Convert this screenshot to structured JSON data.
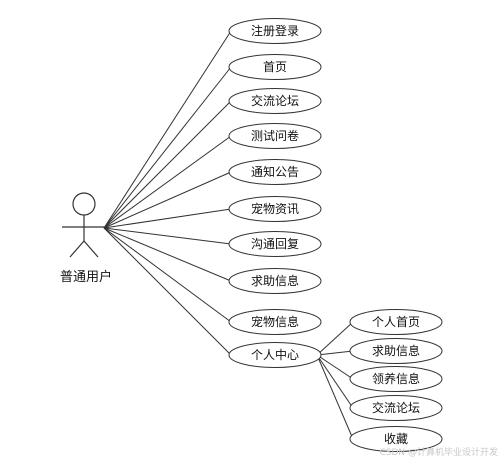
{
  "actor": {
    "label": "普通用户"
  },
  "use_cases": [
    {
      "id": "register-login",
      "label": "注册登录"
    },
    {
      "id": "home",
      "label": "首页"
    },
    {
      "id": "forum",
      "label": "交流论坛"
    },
    {
      "id": "questionnaire",
      "label": "测试问卷"
    },
    {
      "id": "notice",
      "label": "通知公告"
    },
    {
      "id": "pet-news",
      "label": "宠物资讯"
    },
    {
      "id": "feedback",
      "label": "沟通回复"
    },
    {
      "id": "help-info",
      "label": "求助信息"
    },
    {
      "id": "pet-info",
      "label": "宠物信息"
    },
    {
      "id": "personal-center",
      "label": "个人中心"
    }
  ],
  "sub_use_cases": [
    {
      "id": "personal-home",
      "label": "个人首页"
    },
    {
      "id": "my-help-info",
      "label": "求助信息"
    },
    {
      "id": "adoption-info",
      "label": "领养信息"
    },
    {
      "id": "my-forum",
      "label": "交流论坛"
    },
    {
      "id": "favorites",
      "label": "收藏"
    }
  ],
  "watermark": "CSDN @计算机毕业设计开发"
}
